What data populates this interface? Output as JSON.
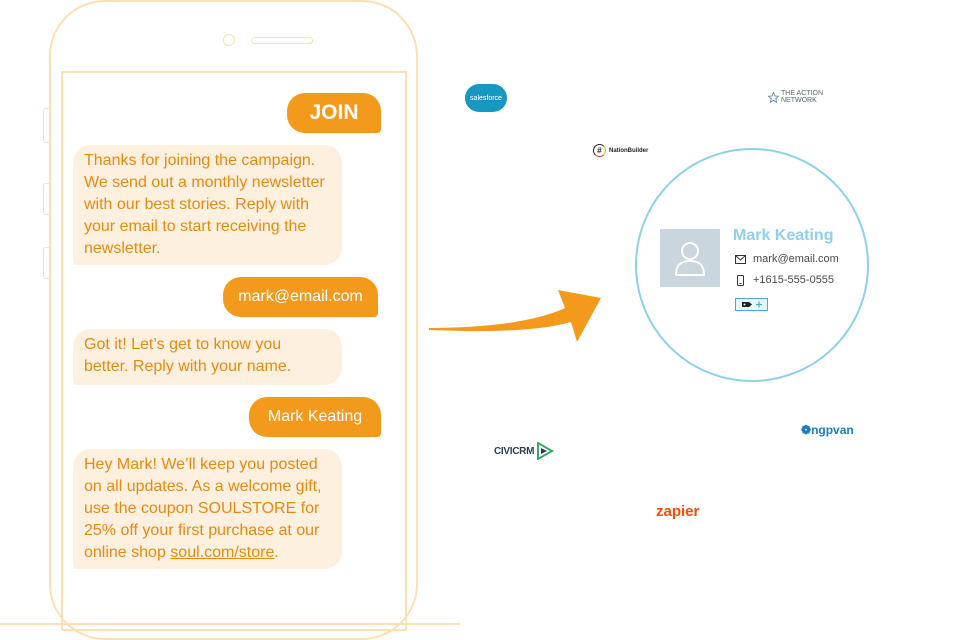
{
  "conversation": {
    "messages": [
      {
        "from": "user",
        "text": "JOIN"
      },
      {
        "from": "bot",
        "text": "Thanks for joining the campaign. We send out a monthly newsletter with our best stories. Reply with your email to start receiving the newsletter."
      },
      {
        "from": "user",
        "text": "mark@email.com"
      },
      {
        "from": "bot",
        "text": "Got it! Let’s get to know you better. Reply with your name."
      },
      {
        "from": "user",
        "text": "Mark Keating"
      },
      {
        "from": "bot",
        "text_before": "Hey Mark! We’ll keep you posted on all updates. As a welcome gift, use the coupon SOULSTORE for 25% off your first purchase at our online shop ",
        "link": "soul.com/store",
        "text_after": "."
      }
    ]
  },
  "contact_card": {
    "name": "Mark Keating",
    "email": "mark@email.com",
    "phone": "+1615-555-0555",
    "avatar_icon": "user-silhouette-icon",
    "tag_icon": "tag-add-icon"
  },
  "integrations": {
    "salesforce": "salesforce",
    "action_network": [
      "THE ACTION",
      "NETWORK"
    ],
    "nationbuilder": "NationBuilder",
    "civicrm": "CIVICRM",
    "ngpvan": "ngpvan",
    "zapier": "zapier"
  },
  "colors": {
    "brand_orange": "#f39a1c",
    "bot_bubble": "#fdf0df",
    "card_blue": "#8fd0ea"
  }
}
